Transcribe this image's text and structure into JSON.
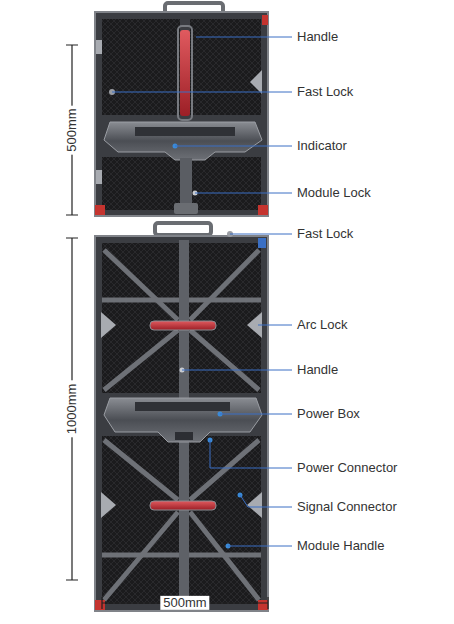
{
  "diagram": {
    "labels": [
      "Handle",
      "Fast Lock",
      "Indicator",
      "Module Lock",
      "Fast Lock",
      "Arc Lock",
      "Handle",
      "Power Box",
      "Power Connector",
      "Signal Connector",
      "Module Handle",
      "500mm",
      "1000mm",
      "500mm"
    ]
  }
}
